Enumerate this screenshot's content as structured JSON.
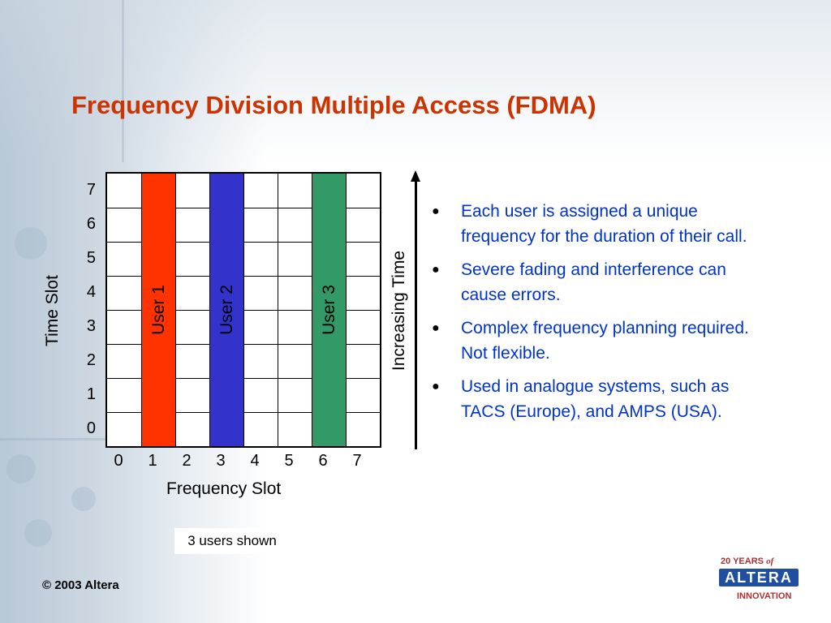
{
  "slide": {
    "title": "Frequency Division Multiple Access (FDMA)",
    "bullets": [
      "Each user is assigned a unique frequency for the duration of their call.",
      "Severe fading and interference can cause errors.",
      "Complex frequency planning required.  Not flexible.",
      "Used in analogue systems, such as TACS (Europe), and AMPS (USA)."
    ],
    "note": "3 users shown",
    "copyright": "© 2003 Altera",
    "logo": {
      "years": "20 YEARS",
      "of": "of",
      "brand": "ALTERA",
      "tagline": "INNOVATION"
    }
  },
  "diagram": {
    "y_axis_label": "Time Slot",
    "x_axis_label": "Frequency Slot",
    "arrow_label": "Increasing Time",
    "y_ticks": [
      "7",
      "6",
      "5",
      "4",
      "3",
      "2",
      "1",
      "0"
    ],
    "x_ticks": [
      "0",
      "1",
      "2",
      "3",
      "4",
      "5",
      "6",
      "7"
    ],
    "columns": 8,
    "rows": 8,
    "users": [
      {
        "label": "User 1",
        "slot": 1,
        "color": "#ff3300"
      },
      {
        "label": "User 2",
        "slot": 3,
        "color": "#3333cc"
      },
      {
        "label": "User 3",
        "slot": 6,
        "color": "#339966"
      }
    ]
  }
}
